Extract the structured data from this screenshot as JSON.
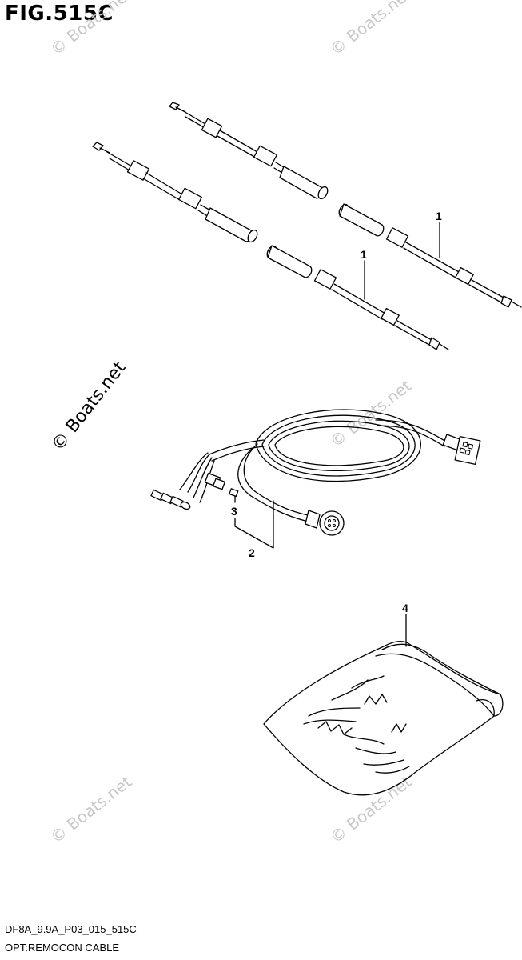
{
  "figure": {
    "title": "FIG.515C",
    "code": "DF8A_9.9A_P03_015_515C",
    "caption": "OPT:REMOCON CABLE"
  },
  "callouts": {
    "c1a": "1",
    "c1b": "1",
    "c2": "2",
    "c3": "3",
    "c4": "4"
  },
  "watermark": {
    "text": "© Boats.net"
  }
}
